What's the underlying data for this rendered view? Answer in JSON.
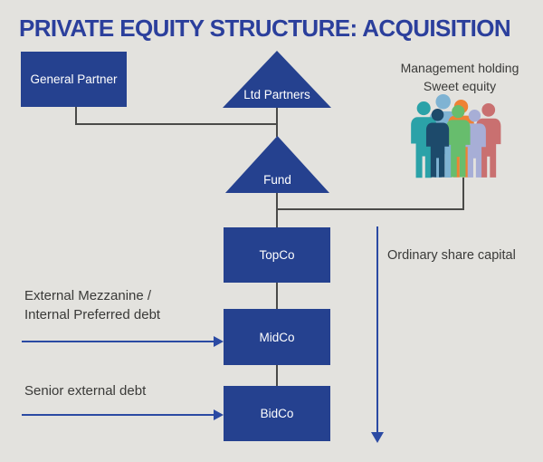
{
  "title": "PRIVATE EQUITY STRUCTURE: ACQUISITION",
  "colors": {
    "background": "#e3e2de",
    "node_blue": "#25418f",
    "title_blue": "#2b3f9c",
    "arrow_blue": "#2b4aa3",
    "connector_gray": "#4a4a48",
    "label_gray": "#3a3a38"
  },
  "nodes": {
    "general_partner": "General Partner",
    "ltd_partners": "Ltd Partners",
    "fund": "Fund",
    "topco": "TopCo",
    "midco": "MidCo",
    "bidco": "BidCo"
  },
  "labels": {
    "management_line1": "Management holding",
    "management_line2": "Sweet equity",
    "ordinary_share_capital": "Ordinary share capital",
    "mezzanine_line1": "External Mezzanine /",
    "mezzanine_line2": "Internal Preferred debt",
    "senior_debt": "Senior external debt"
  },
  "people": {
    "icon": "people-group-icon",
    "colors": [
      "#7fb3d3",
      "#ee8234",
      "#2ba2a8",
      "#c97070",
      "#a7aed6",
      "#67bd6d",
      "#1d4a6b"
    ]
  }
}
